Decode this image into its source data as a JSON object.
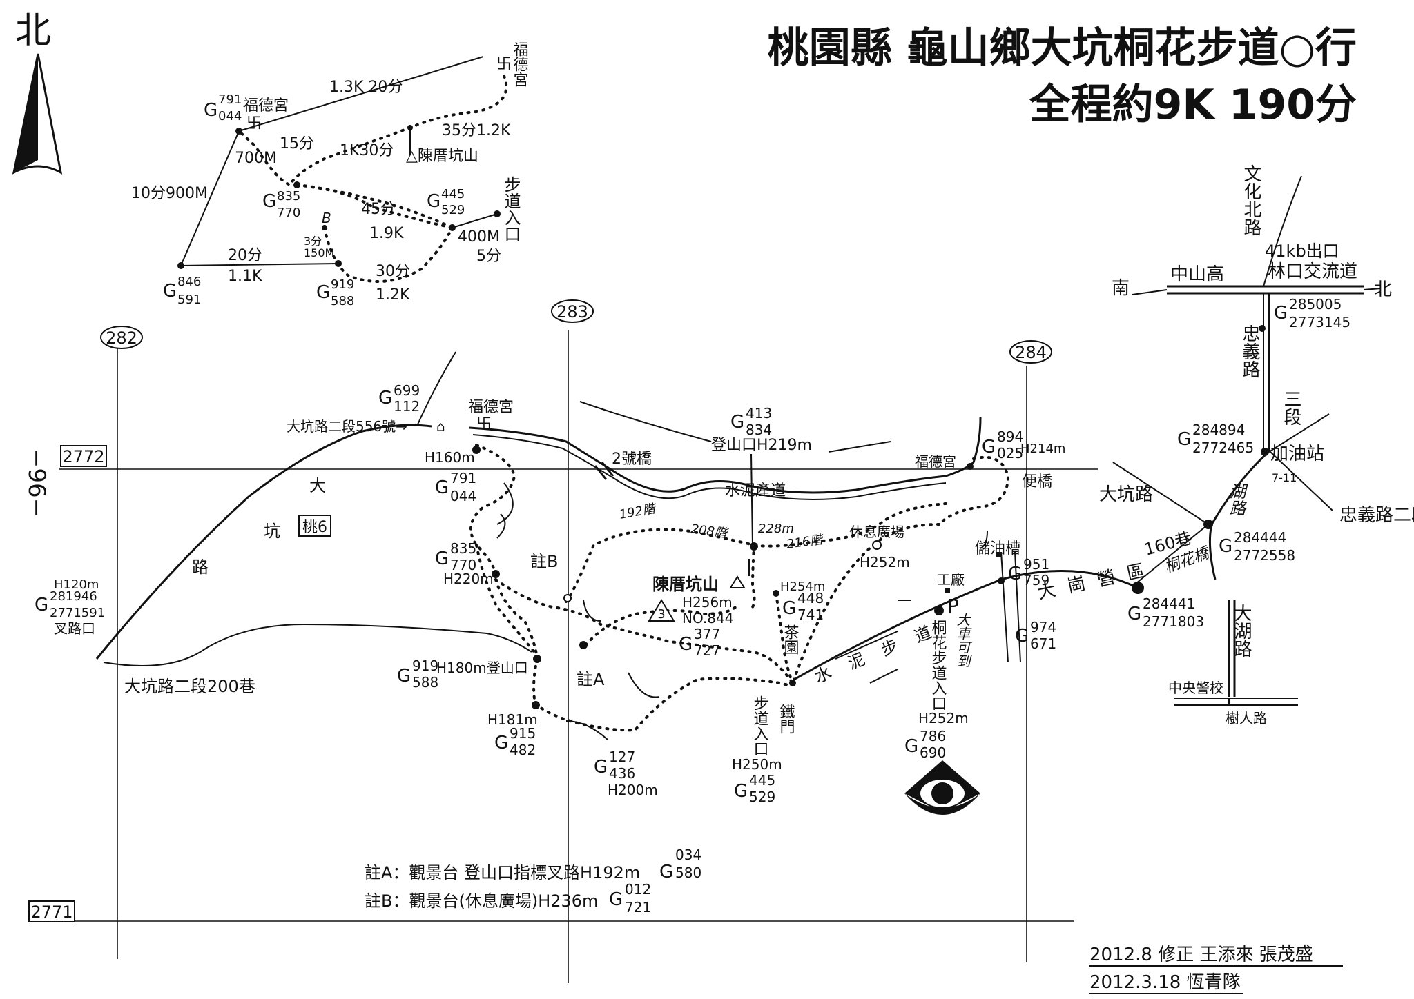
{
  "title": "桃園縣 龜山鄉大坑桐花步道○行",
  "subtitle": "全程約9K 190分",
  "north": "北",
  "grid": {
    "x": [
      "282",
      "283",
      "284"
    ],
    "y": [
      "2772",
      "2771"
    ],
    "side": "−96−"
  },
  "inset": {
    "nodes": {
      "g791": {
        "g": "G",
        "sup": "791",
        "sub": "044",
        "name": "福德宮"
      },
      "g835": {
        "g": "G",
        "sup": "835",
        "sub": "770"
      },
      "g445": {
        "g": "G",
        "sup": "445",
        "sub": "529"
      },
      "g846": {
        "g": "G",
        "sup": "846",
        "sub": "591"
      },
      "g919": {
        "g": "G",
        "sup": "919",
        "sub": "588"
      }
    },
    "labels": {
      "temple_top": "福德宮",
      "peak": "△陳厝坑山",
      "entrance": "步道入口",
      "b": "B",
      "seg_13k": "1.3K 20分",
      "seg_35": "35分1.2K",
      "seg_15": "15分",
      "seg_700": "700M",
      "seg_1k30": "1K30分",
      "seg_10_900": "10分900M",
      "seg_45": "45分",
      "seg_19": "1.9K",
      "seg_400": "400M",
      "seg_5": "5分",
      "seg_3": "3分",
      "seg_150": "150M",
      "seg_20": "20分",
      "seg_11": "1.1K",
      "seg_30": "30分",
      "seg_12": "1.2K"
    }
  },
  "highway": {
    "south": "南",
    "north": "北",
    "name": "中山高",
    "exit": "41kb出口",
    "exit_name": "林口交流道",
    "wenhua": "文化北路",
    "zhongyi": "忠義路",
    "sanduan": "三段",
    "g_top": {
      "g": "G",
      "sup": "285005",
      "sub": "2773145"
    },
    "g_gas": {
      "g": "G",
      "sup": "284894",
      "sub": "2772465"
    },
    "gas": "加油站",
    "s711": "7-11",
    "hu_road": "湖路",
    "zhongyi2": "忠義路二段",
    "dakeng_road": "大坑路",
    "g_cross": {
      "g": "G",
      "sup": "284444",
      "sub": "2772558"
    },
    "lane160": "160巷",
    "tonghua_bridge": "桐花橋",
    "dahu": "大湖路",
    "police": "中央警校",
    "shuren": "樹人路",
    "g_lane": {
      "g": "G",
      "sup": "284441",
      "sub": "2771803"
    },
    "camp": "大崗營區"
  },
  "main": {
    "g699": {
      "g": "G",
      "sup": "699",
      "sub": "112"
    },
    "addr556": "大坑路二段556號→",
    "fude1": "福德宮",
    "h160": "H160m",
    "g791": {
      "g": "G",
      "sup": "791",
      "sub": "044"
    },
    "bridge2": "2號橋",
    "g413": {
      "g": "G",
      "sup": "413",
      "sub": "834"
    },
    "trailhead219": "登山口H219m",
    "cement": "水泥產道",
    "g894": {
      "g": "G",
      "sup": "894",
      "sub": "025"
    },
    "h214": "H214m",
    "fude2": "福德宮",
    "bianqiao": "便橋",
    "tao6": "桃6",
    "road_da": "大",
    "road_keng": "坑",
    "road_lu": "路",
    "h120": "H120m",
    "g281946": {
      "g": "G",
      "sup": "281946",
      "sub": "2771591"
    },
    "fork": "叉路口",
    "lane200": "大坑路二段200巷",
    "g835": {
      "g": "G",
      "sup": "835",
      "sub": "770"
    },
    "h220": "H220m",
    "noteB": "註B",
    "noteA": "註A",
    "stair192": "192階",
    "stair208": "208階",
    "h228": "228m",
    "stair216": "216階",
    "rest_plaza": "休息廣場",
    "h252": "H252m",
    "peak": "陳厝坑山",
    "h256": "H256m",
    "no844": "NO.844",
    "tri3": "3",
    "g377": {
      "g": "G",
      "sup": "377",
      "sub": "727"
    },
    "h254": "H254m",
    "g448": {
      "g": "G",
      "sup": "448",
      "sub": "741"
    },
    "tea": "茶園",
    "g919": {
      "g": "G",
      "sup": "919",
      "sub": "588"
    },
    "h180": "H180m登山口",
    "h181": "H181m",
    "g915": {
      "g": "G",
      "sup": "915",
      "sub": "482"
    },
    "g127": {
      "g": "G",
      "sup": "127",
      "sub": "436"
    },
    "h200": "H200m",
    "trail_entrance": "步道入口",
    "iron_gate": "鐵門",
    "h250": "H250m",
    "g445": {
      "g": "G",
      "sup": "445",
      "sub": "529"
    },
    "cement_trail": "水泥步道",
    "factory": "工廠",
    "parking": "P",
    "bus_ok": "大車可到",
    "tonghua_entrance": "桐花步道入口",
    "h252b": "H252m",
    "g786": {
      "g": "G",
      "sup": "786",
      "sub": "690"
    },
    "tank": "儲油槽",
    "g951": {
      "g": "G",
      "sup": "951",
      "sub": "759"
    },
    "g974": {
      "g": "G",
      "sup": "974",
      "sub": "671"
    }
  },
  "notes": {
    "a": "註A：觀景台 登山口指標叉路H192m",
    "a_g": {
      "g": "G",
      "sup": "034",
      "sub": "580"
    },
    "b": "註B：觀景台(休息廣場)H236m",
    "b_g": {
      "g": "G",
      "sup": "012",
      "sub": "721"
    }
  },
  "footer": {
    "rev": "2012.8 修正  王添來  張茂盛",
    "date": "2012.3.18  恆青隊"
  }
}
